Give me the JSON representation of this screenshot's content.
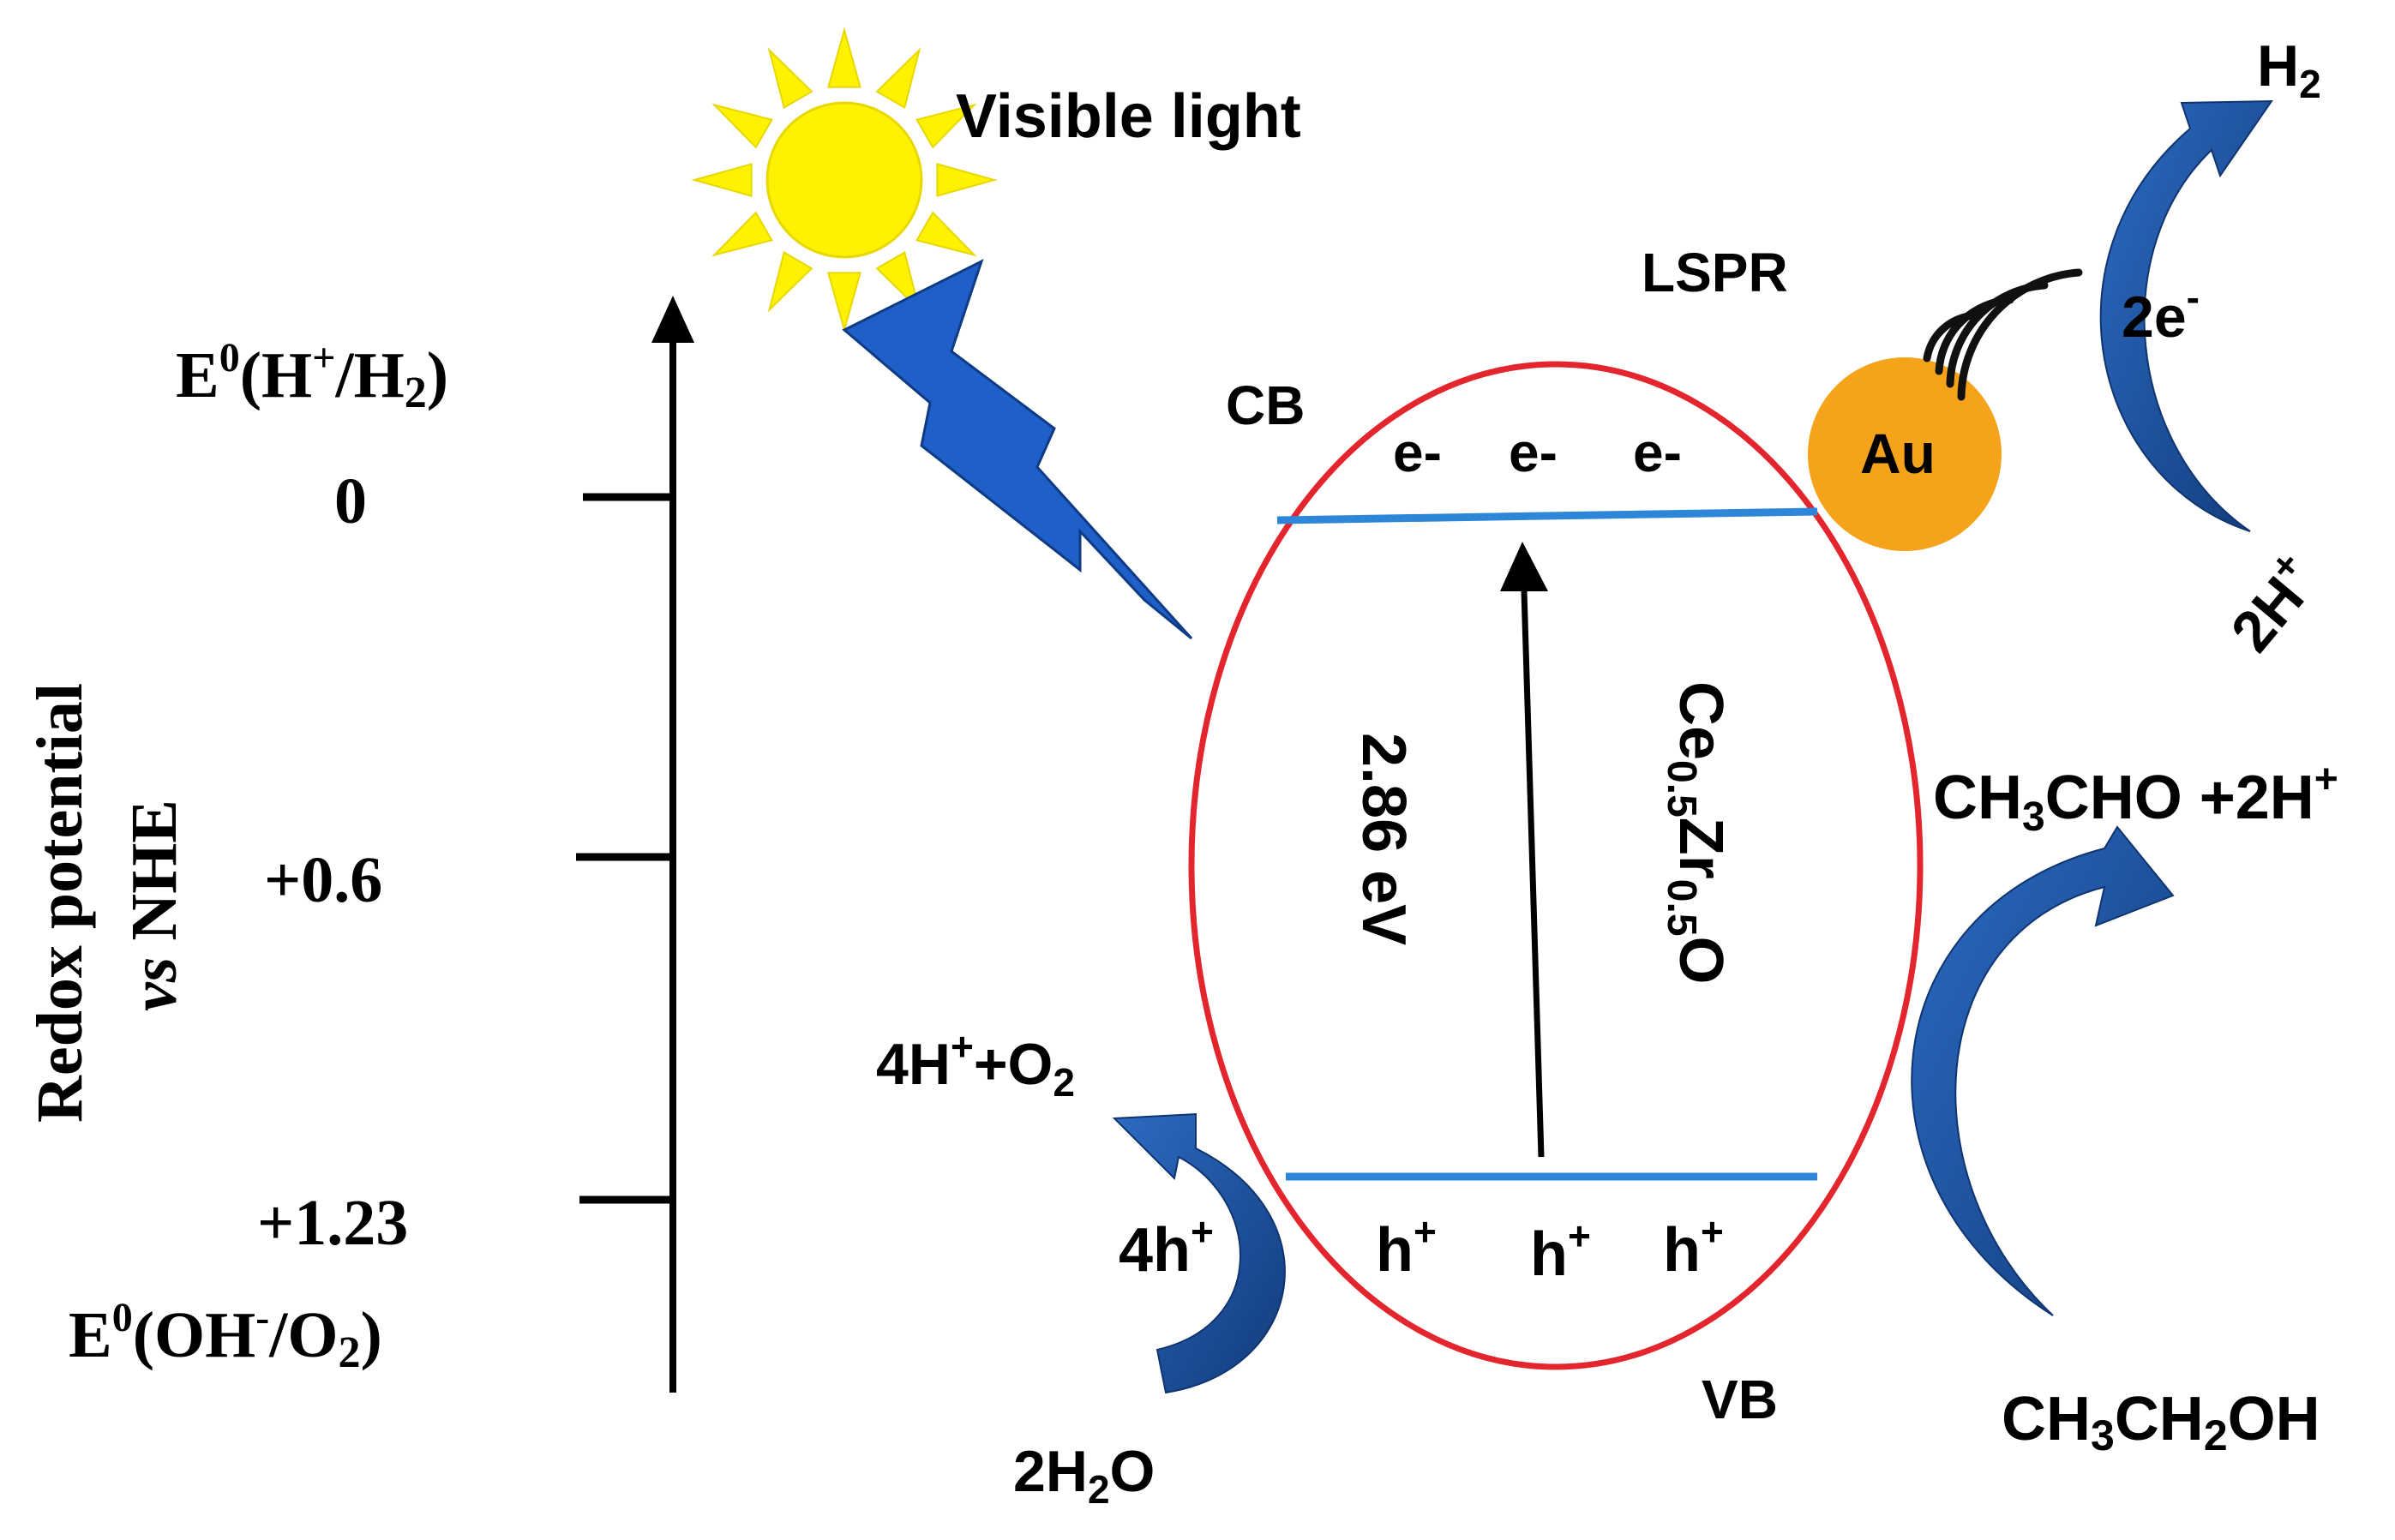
{
  "axis": {
    "title_line1": "Redox potential",
    "title_line2_italic": "vs",
    "title_line2_rest": " NHE",
    "ticks": [
      {
        "label": "0"
      },
      {
        "label": "+0.6"
      },
      {
        "label": "+1.23"
      }
    ],
    "ref_top": {
      "E": "E",
      "sup0": "0",
      "open": "(H",
      "supplus": "+",
      "mid": "/H",
      "sub2": "2",
      "close": ")"
    },
    "ref_bottom": {
      "E": "E",
      "sup0": "0",
      "open": "(OH",
      "supminus": "-",
      "mid": "/O",
      "sub2": "2",
      "close": ")"
    }
  },
  "light": {
    "label": "Visible light"
  },
  "lspr": {
    "label": "LSPR"
  },
  "band": {
    "cb_label": "CB",
    "vb_label": "VB",
    "electrons": [
      "e-",
      "e-",
      "e-"
    ],
    "holes": [
      {
        "h": "h",
        "sup": "+"
      },
      {
        "h": "h",
        "sup": "+"
      },
      {
        "h": "h",
        "sup": "+"
      }
    ],
    "gap": "2.86 eV",
    "material": {
      "a": "Ce",
      "a_sub": "0.5",
      "b": "Zr",
      "b_sub": "0.5",
      "c": "O"
    }
  },
  "au": {
    "label": "Au"
  },
  "h2": {
    "product": "H",
    "product_sub": "2",
    "electrons": "2e",
    "electrons_sup": "-",
    "reactant": "2H",
    "reactant_sup": "+"
  },
  "ethanol": {
    "product_a": "CH",
    "product_a_sub": "3",
    "product_b": "CHO +2H",
    "product_b_sup": "+",
    "reactant_a": "CH",
    "reactant_a_sub": "3",
    "reactant_b": "CH",
    "reactant_b_sub": "2",
    "reactant_c": "OH"
  },
  "water": {
    "product_a": "4H",
    "product_a_sup": "+",
    "product_b": "+O",
    "product_b_sub": "2",
    "holes": "4h",
    "holes_sup": "+",
    "reactant_a": "2H",
    "reactant_a_sub": "2",
    "reactant_b": "O"
  },
  "colors": {
    "sun": "#FFF200",
    "bolt": "#1F5FC8",
    "ellipse": "#E3262D",
    "band_line": "#2E86D9",
    "au": "#F5A31A",
    "curved_arrow": "#1C4E9A"
  }
}
